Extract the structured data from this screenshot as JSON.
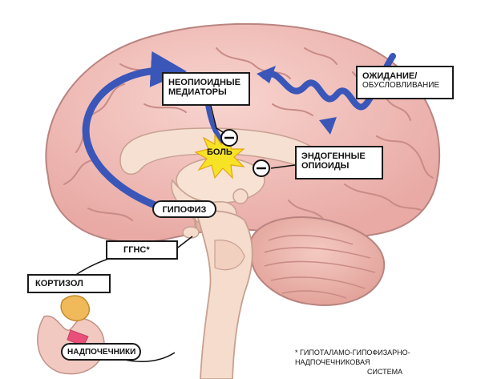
{
  "labels": {
    "neopioid_line1": "НЕОПИОИДНЫЕ",
    "neopioid_line2": "МЕДИАТОРЫ",
    "expectation_line1": "ОЖИДАНИЕ/",
    "expectation_line2": "ОБУСЛОВЛИВАНИЕ",
    "pain": "БОЛЬ",
    "endogenous_line1": "ЭНДОГЕННЫЕ",
    "endogenous_line2": "ОПИОИДЫ",
    "pituitary": "ГИПОФИЗ",
    "hpa": "ГГНС*",
    "cortisol": "КОРТИЗОЛ",
    "adrenals": "НАДПОЧЕЧНИКИ",
    "footnote_line1": "* ГИПОТАЛАМО-ГИПОФИЗАРНО-НАДПОЧЕЧНИКОВАЯ",
    "footnote_line2": "СИСТЕМА"
  },
  "symbols": {
    "minus": "−"
  },
  "colors": {
    "brain_fill": "#f2c4c0",
    "brain_stroke": "#b98480",
    "inner_fill": "#f6e0d2",
    "arrow_blue": "#3a56b8",
    "pain_burst": "#f7e326",
    "adrenal_gland": "#f0b95a",
    "kidney": "#f1c9c0"
  }
}
